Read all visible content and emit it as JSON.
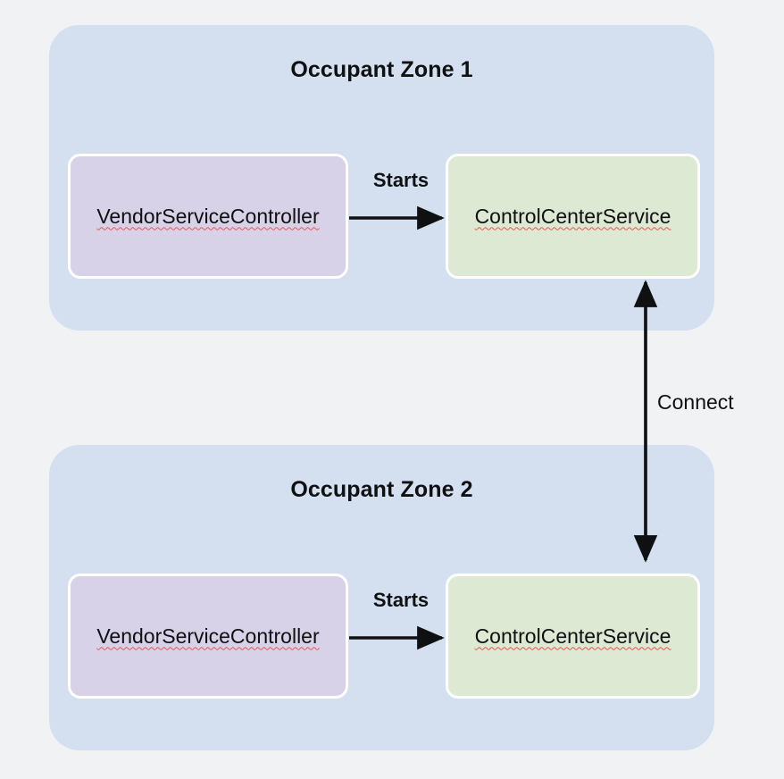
{
  "diagram": {
    "background_color": "#f1f2f4",
    "zone_color": "#d4e0f0",
    "vendor_node_color": "#d8d2e8",
    "control_node_color": "#dde9d3",
    "arrow_color": "#000000",
    "spellcheck_underline_color": "#e8554f",
    "zones": [
      {
        "title": "Occupant Zone 1",
        "nodes": [
          {
            "label": "VendorServiceController",
            "role": "vendor"
          },
          {
            "label": "ControlCenterService",
            "role": "control"
          }
        ],
        "edge_label": "Starts"
      },
      {
        "title": "Occupant Zone 2",
        "nodes": [
          {
            "label": "VendorServiceController",
            "role": "vendor"
          },
          {
            "label": "ControlCenterService",
            "role": "control"
          }
        ],
        "edge_label": "Starts"
      }
    ],
    "cross_zone_edge": {
      "label": "Connect",
      "direction": "bidirectional",
      "from": "ControlCenterService (Occupant Zone 1)",
      "to": "ControlCenterService (Occupant Zone 2)"
    }
  }
}
